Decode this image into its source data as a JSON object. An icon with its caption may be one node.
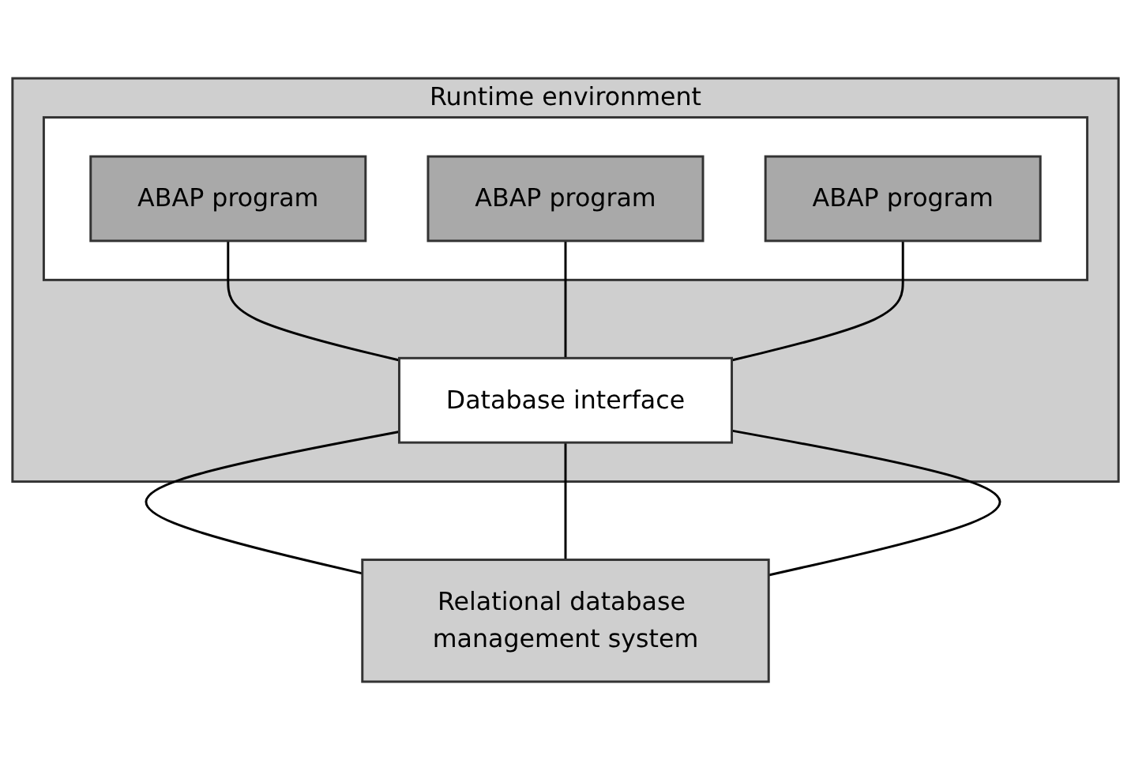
{
  "diagram": {
    "nodes": [
      {
        "text": [
          "Runtime environment"
        ]
      },
      {
        "text": [],
        "shape": "box",
        "in": 0
      },
      {
        "text": [
          "ABAP program"
        ],
        "in": 1
      },
      {
        "text": [
          "ABAP program"
        ],
        "in": 1
      },
      {
        "text": [
          "ABAP program"
        ],
        "in": 1
      },
      {
        "text": [
          "Database interface"
        ],
        "in": 0
      },
      {
        "text": [
          "Relational database management system"
        ]
      }
    ],
    "edges": [
      {
        "from": 2,
        "to": 5,
        "arrow": "none"
      },
      {
        "from": 3,
        "to": 5,
        "arrow": "none"
      },
      {
        "from": 4,
        "to": 5,
        "arrow": "none"
      },
      {
        "from": 5,
        "to": 6,
        "arrow": "none"
      },
      {
        "from": 5,
        "to": 6,
        "arrow": "none"
      },
      {
        "from": 5,
        "to": 6,
        "arrow": "none"
      }
    ]
  }
}
